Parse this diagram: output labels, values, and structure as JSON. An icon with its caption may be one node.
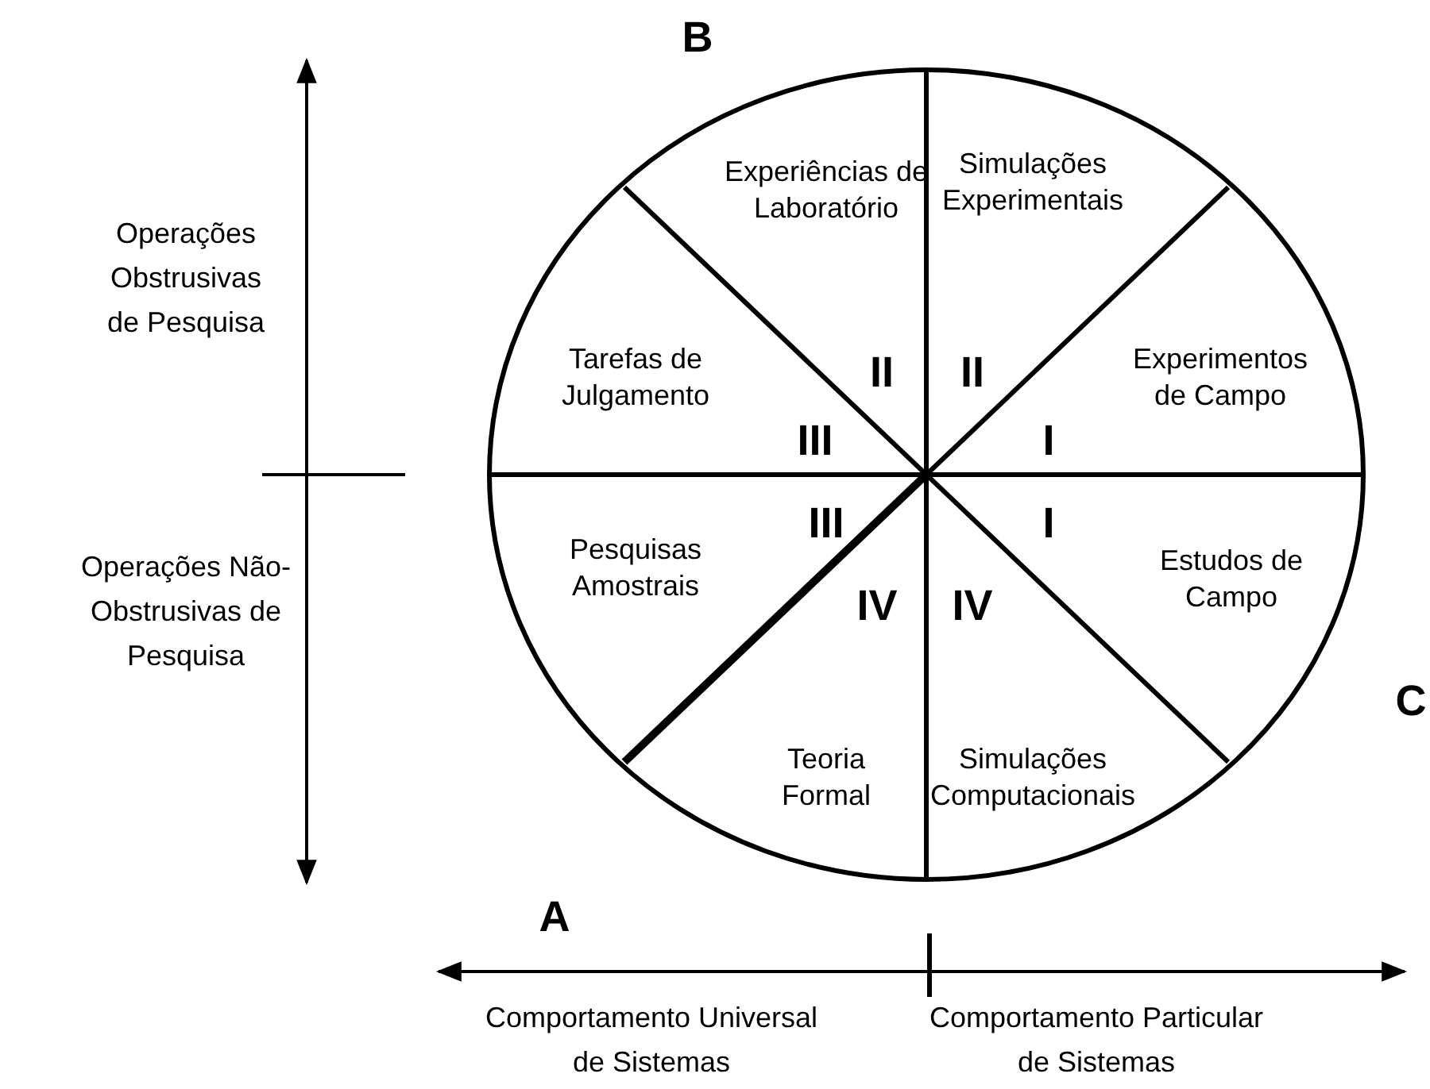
{
  "diagram": {
    "nodes": [
      {
        "text": [
          "Experiências de Laboratório"
        ]
      },
      {
        "text": [
          "Simulações Experimentais"
        ]
      },
      {
        "text": [
          "Tarefas de Julgamento"
        ]
      },
      {
        "text": [
          "Experimentos de Campo"
        ]
      },
      {
        "text": [
          "Pesquisas Amostrais"
        ]
      },
      {
        "text": [
          "Estudos de Campo"
        ]
      },
      {
        "text": [
          "Teoria Formal"
        ]
      },
      {
        "text": [
          "Simulações Computacionais"
        ]
      }
    ],
    "edges": [],
    "labels": [
      "B",
      "Operações Obstrusivas de Pesquisa",
      "II",
      "II",
      "III",
      "I",
      "III",
      "I",
      "Operações Não-Obstrusivas de Pesquisa",
      "IV",
      "IV",
      "C",
      "A",
      "Comportamento Universal de Sistemas",
      "Comportamento Particular de Sistemas"
    ]
  }
}
